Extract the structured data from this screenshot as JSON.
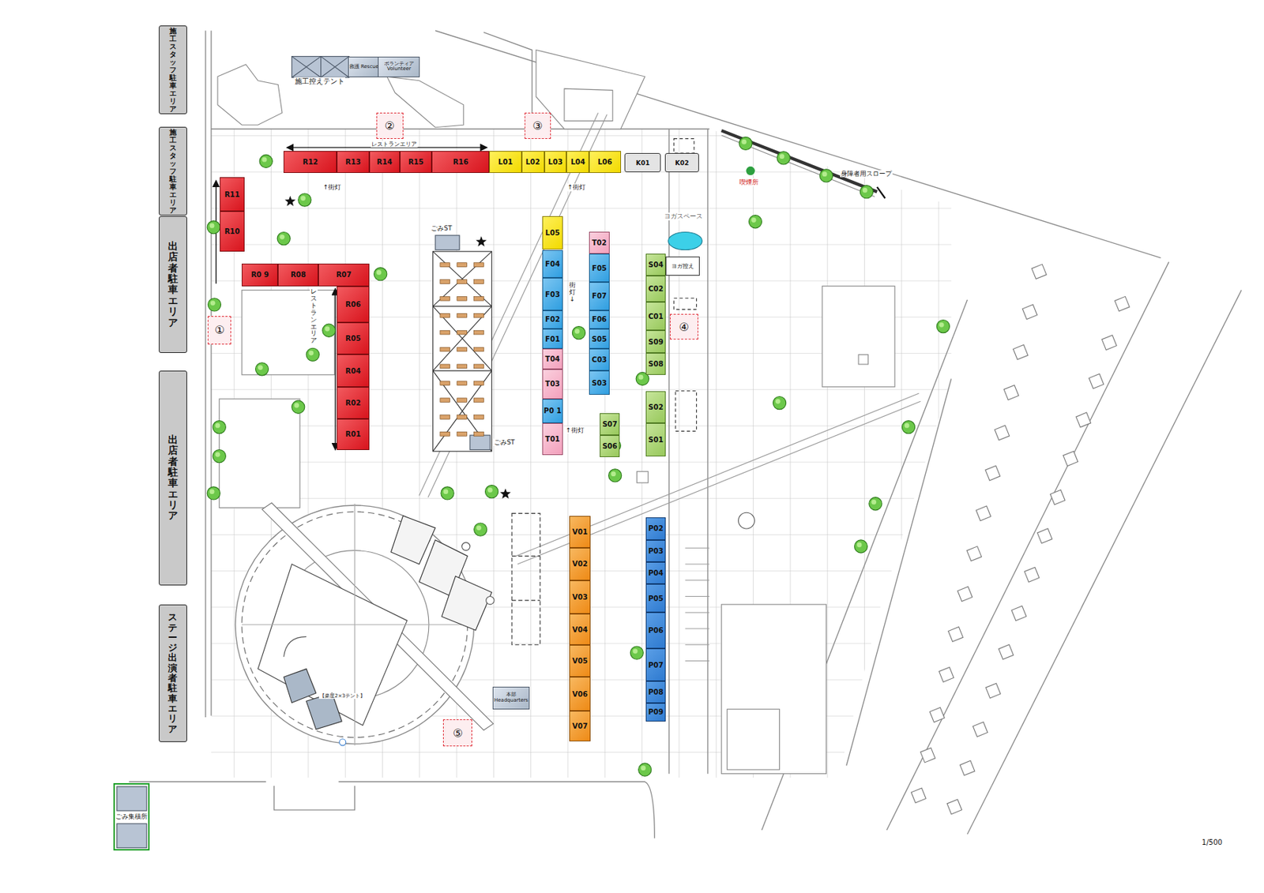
{
  "diagram": {
    "nodes": [
      {
        "text": [
          "施工スタッフ駐車エリア"
        ]
      },
      {
        "text": [
          "施工スタッフ駐車エリア"
        ]
      },
      {
        "text": [
          "出店者駐車エリア"
        ]
      },
      {
        "text": [
          "出店者駐車エリア"
        ]
      },
      {
        "text": [
          "ステージ出演者 駐車エリア"
        ]
      },
      {
        "text": [
          "救護 Rescue"
        ]
      },
      {
        "text": [
          "ボランティア Volunteer"
        ]
      },
      {
        "text": [
          "②"
        ]
      },
      {
        "text": [
          "③"
        ]
      },
      {
        "text": [
          "R12"
        ]
      },
      {
        "text": [
          "R13"
        ]
      },
      {
        "text": [
          "R14"
        ]
      },
      {
        "text": [
          "R15"
        ]
      },
      {
        "text": [
          "R16"
        ]
      },
      {
        "text": [
          "L01"
        ]
      },
      {
        "text": [
          "L02"
        ]
      },
      {
        "text": [
          "L03"
        ]
      },
      {
        "text": [
          "L04"
        ]
      },
      {
        "text": [
          "L06"
        ]
      },
      {
        "text": [
          "K01"
        ]
      },
      {
        "text": [
          "K02"
        ]
      },
      {
        "text": [
          "R11"
        ]
      },
      {
        "text": [
          "R10"
        ]
      },
      {
        "text": [
          "L05"
        ]
      },
      {
        "text": [
          "T02"
        ]
      },
      {
        "text": [
          "R0 9"
        ]
      },
      {
        "text": [
          "R08"
        ]
      },
      {
        "text": [
          "R07"
        ]
      },
      {
        "text": [
          "F04"
        ]
      },
      {
        "text": [
          "F05"
        ]
      },
      {
        "text": [
          "S04"
        ]
      },
      {
        "text": [
          "ヨガ控え"
        ]
      },
      {
        "text": [
          "R06"
        ]
      },
      {
        "text": [
          "F03"
        ]
      },
      {
        "text": [
          "C02"
        ]
      },
      {
        "text": [
          "F07"
        ]
      },
      {
        "text": [
          "C01"
        ]
      },
      {
        "text": [
          "F02"
        ]
      },
      {
        "text": [
          "F06"
        ]
      },
      {
        "text": [
          "①"
        ]
      },
      {
        "text": [
          "④"
        ]
      },
      {
        "text": [
          "R05"
        ]
      },
      {
        "text": [
          "F01"
        ]
      },
      {
        "text": [
          "S05"
        ]
      },
      {
        "text": [
          "S09"
        ]
      },
      {
        "text": [
          "T04"
        ]
      },
      {
        "text": [
          "C03"
        ]
      },
      {
        "text": [
          "S08"
        ]
      },
      {
        "text": [
          "R04"
        ]
      },
      {
        "text": [
          "T03"
        ]
      },
      {
        "text": [
          "S03"
        ]
      },
      {
        "text": [
          "R02"
        ]
      },
      {
        "text": [
          "S02"
        ]
      },
      {
        "text": [
          "P0 1"
        ]
      },
      {
        "text": [
          "S07"
        ]
      },
      {
        "text": [
          "R01"
        ]
      },
      {
        "text": [
          "T01"
        ]
      },
      {
        "text": [
          "S06"
        ]
      },
      {
        "text": [
          "S01"
        ]
      },
      {
        "text": [
          "V01"
        ]
      },
      {
        "text": [
          "P02"
        ]
      },
      {
        "text": [
          "P03"
        ]
      },
      {
        "text": [
          "V02"
        ]
      },
      {
        "text": [
          "P04"
        ]
      },
      {
        "text": [
          "V03"
        ]
      },
      {
        "text": [
          "P05"
        ]
      },
      {
        "text": [
          "P06"
        ]
      },
      {
        "text": [
          "V04"
        ]
      },
      {
        "text": [
          "V05"
        ]
      },
      {
        "text": [
          "P07"
        ]
      },
      {
        "text": [
          "V06"
        ]
      },
      {
        "text": [
          "P08"
        ]
      },
      {
        "text": [
          "本部 Headquarters"
        ]
      },
      {
        "text": [
          "P09"
        ]
      },
      {
        "text": [
          "V07"
        ]
      },
      {
        "text": [
          "⑤"
        ]
      },
      {
        "text": [
          "ごみ集積所"
        ]
      }
    ],
    "labels": [
      "施工控えテント",
      "レストランエリア",
      "↑街灯",
      "↑街灯",
      "ごみST",
      "ヨガスペース",
      "喫煙所",
      "身障者用スロープ",
      "レストランエリア",
      "街灯↓",
      "↑街灯",
      "ごみST",
      "【楽屋2×3テント】",
      "1/500"
    ]
  }
}
